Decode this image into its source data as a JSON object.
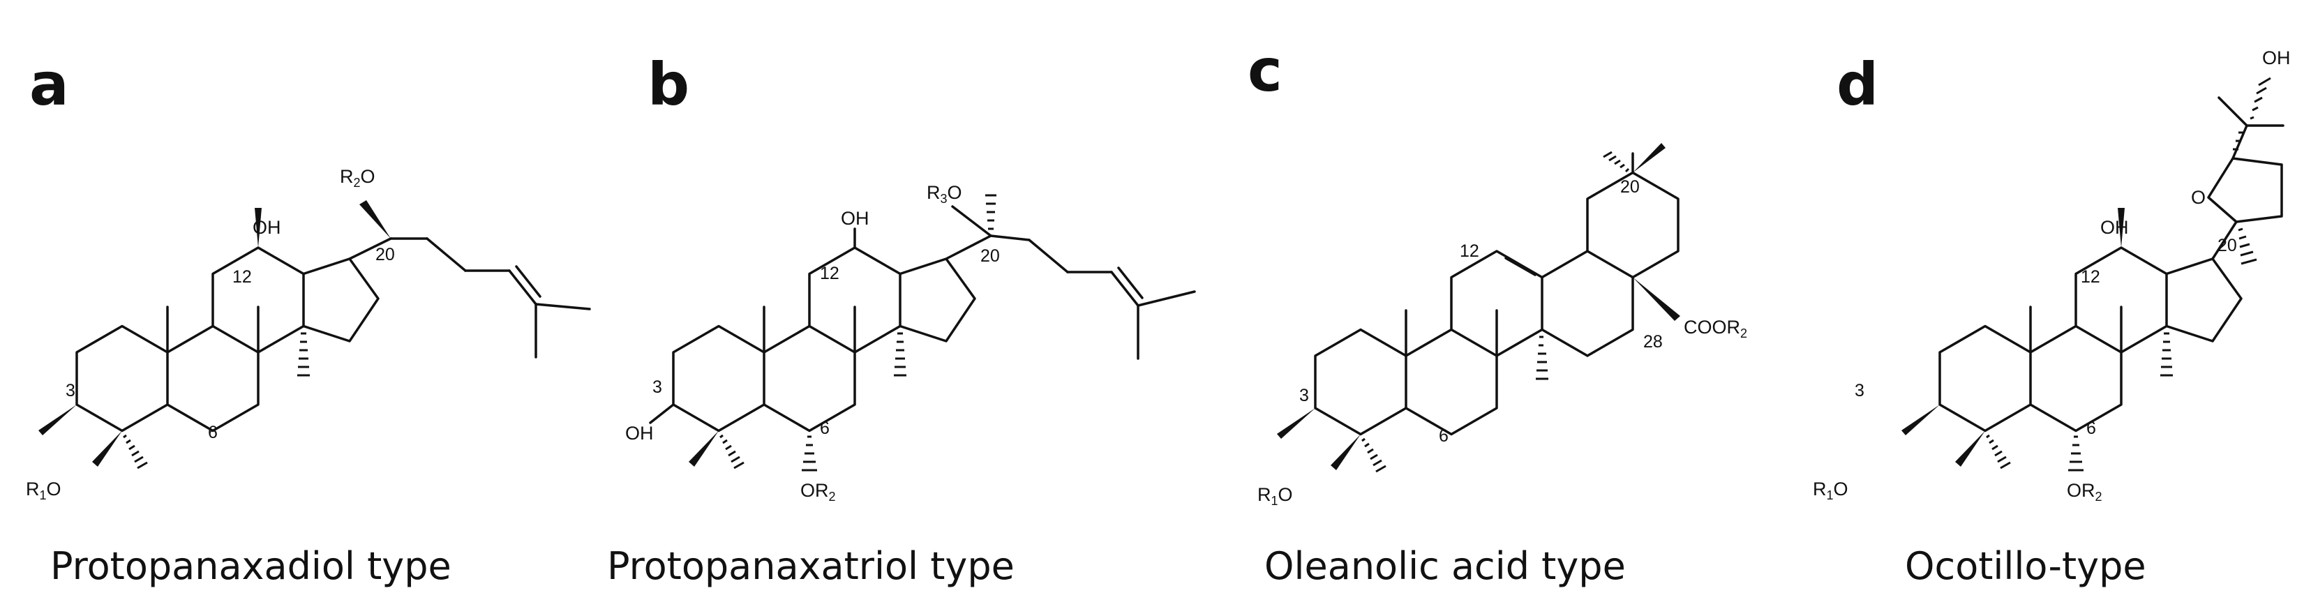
{
  "panels": [
    {
      "letter": "a",
      "caption": "Protopanaxadiol type",
      "labels": {
        "r1o_r": "R",
        "r1o_sub": "1",
        "r1o_o": "O",
        "oh12": "OH",
        "r2o_r": "R",
        "r2o_sub": "2",
        "r2o_o": "O",
        "n3": "3",
        "n6": "6",
        "n12": "12",
        "n20": "20"
      }
    },
    {
      "letter": "b",
      "caption": "Protopanaxatriol type",
      "labels": {
        "oh3": "OH",
        "or2_o": "OR",
        "or2_sub": "2",
        "oh12": "OH",
        "r3o_r": "R",
        "r3o_sub": "3",
        "r3o_o": "O",
        "n3": "3",
        "n6": "6",
        "n12": "12",
        "n20": "20"
      }
    },
    {
      "letter": "c",
      "caption": "Oleanolic acid type",
      "labels": {
        "r1o_r": "R",
        "r1o_sub": "1",
        "r1o_o": "O",
        "coor_c": "COOR",
        "coor_sub": "2",
        "n3": "3",
        "n6": "6",
        "n12": "12",
        "n20": "20",
        "n28": "28"
      }
    },
    {
      "letter": "d",
      "caption": "Ocotillo-type",
      "labels": {
        "r1o_r": "R",
        "r1o_sub": "1",
        "r1o_o": "O",
        "or2_o": "OR",
        "or2_sub": "2",
        "oh12": "OH",
        "o_ring": "O",
        "oh_top": "OH",
        "n3": "3",
        "n6": "6",
        "n12": "12",
        "n20": "20"
      }
    }
  ]
}
